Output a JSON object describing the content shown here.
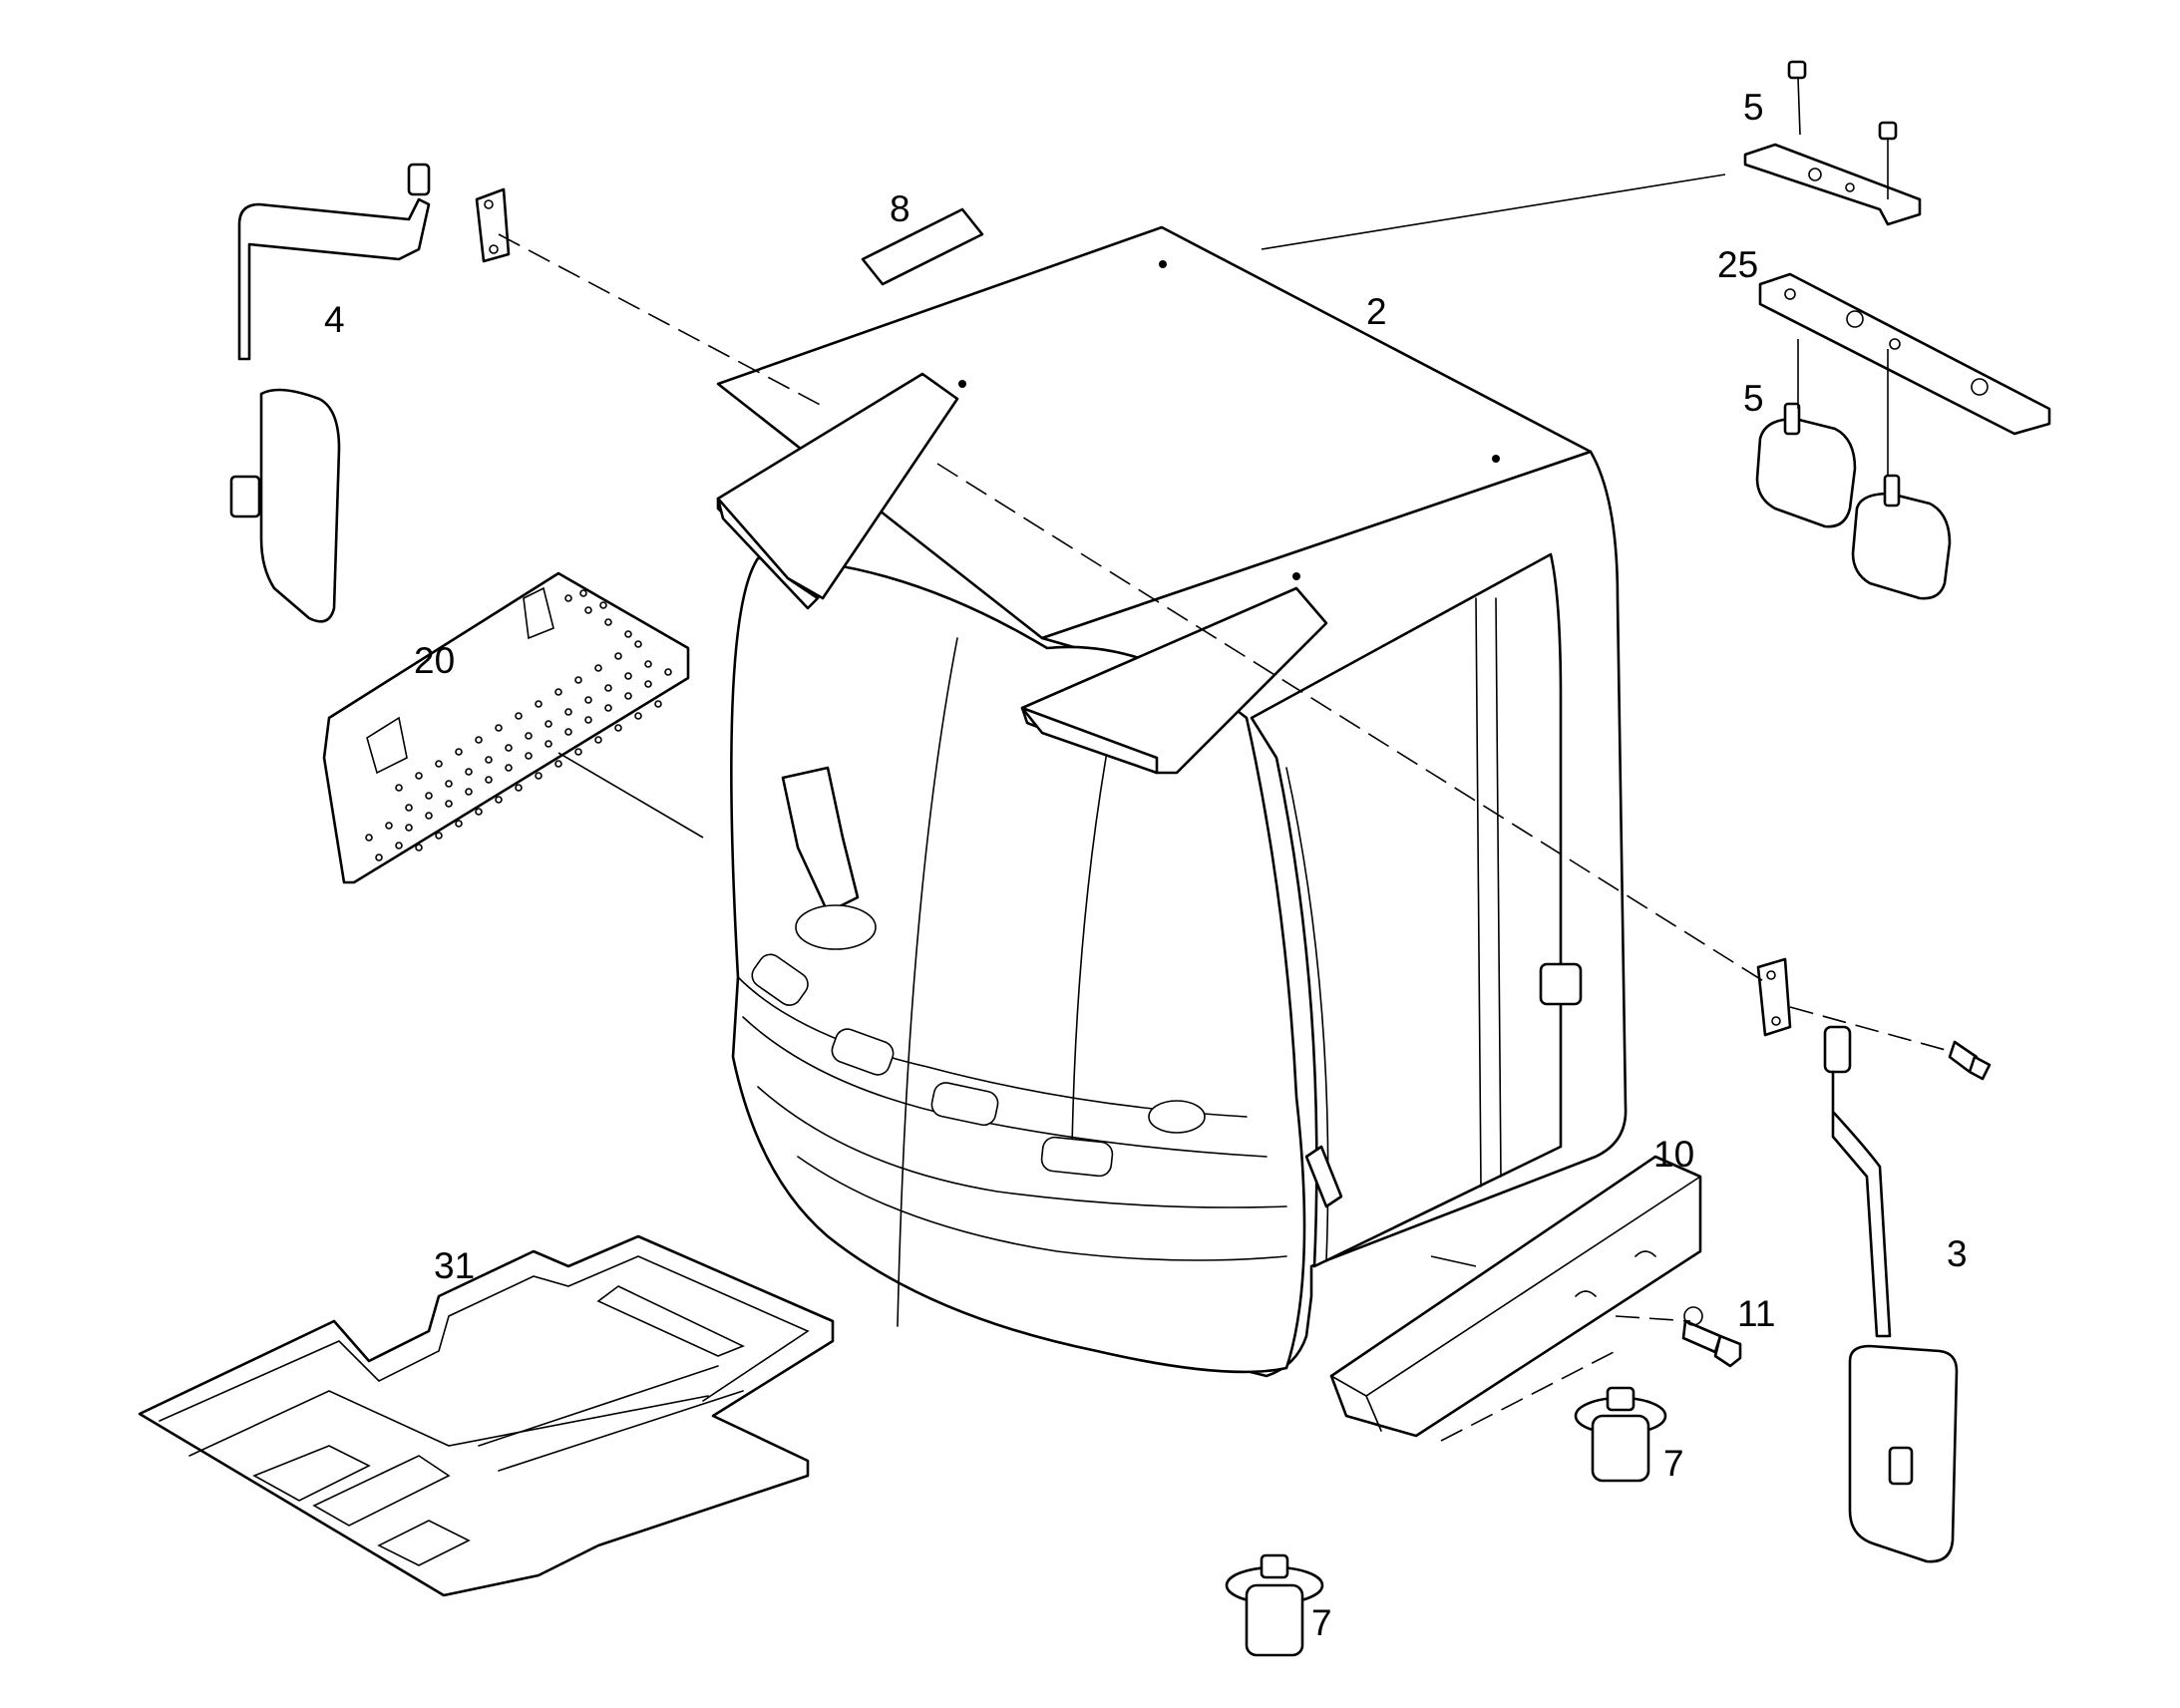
{
  "diagram": {
    "callouts": {
      "mirror_left": "4",
      "mirror_right": "3",
      "cab": "2",
      "bracket_top": "5",
      "bracket_plate": "25",
      "work_lights": "5",
      "decal": "8",
      "mesh_guard": "20",
      "floor_mat": "31",
      "step_cover": "10",
      "bolt": "11",
      "mount_front": "7",
      "mount_rear": "7"
    }
  }
}
